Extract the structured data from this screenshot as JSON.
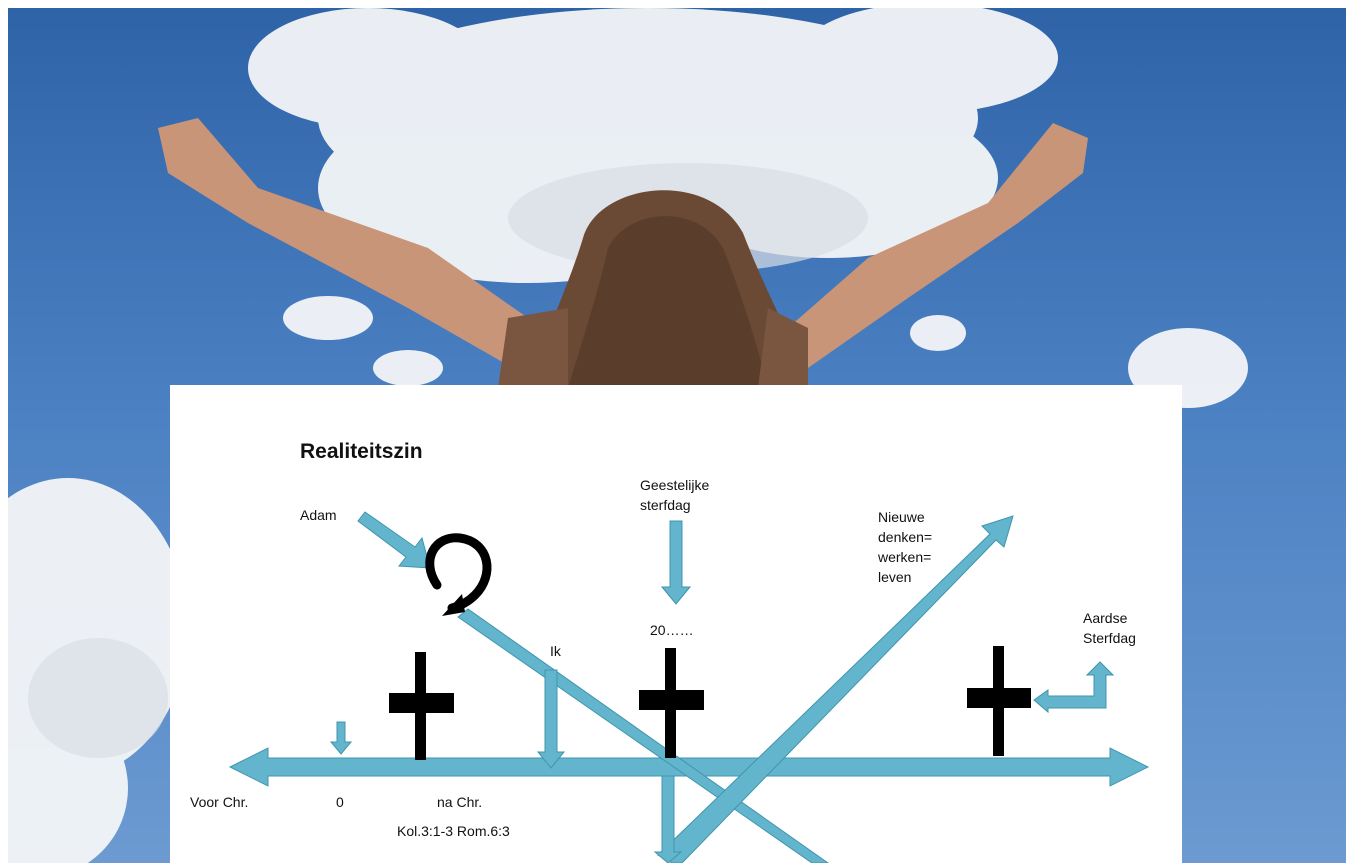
{
  "title": "Realiteitszin",
  "labels": {
    "adam": "Adam",
    "geestelijke_sterfdag": "Geestelijke\nsterfdag",
    "year": "20……",
    "nieuwe": "Nieuwe\ndenken=\nwerken=\nleven",
    "aardse_sterfdag": "Aardse\nSterfdag",
    "ik": "Ik",
    "voor_chr": "Voor Chr.",
    "zero": "0",
    "na_chr": "na Chr.",
    "reference": "Kol.3:1-3 Rom.6:3"
  },
  "colors": {
    "arrow": "#63b5cd",
    "arrow_stroke": "#3f95ad",
    "cross": "#000000",
    "sky_top": "#2f63a8",
    "sky_bottom": "#6c9ad1"
  },
  "icons": {
    "cross": "cross-icon",
    "loop": "circular-arrow-icon"
  }
}
